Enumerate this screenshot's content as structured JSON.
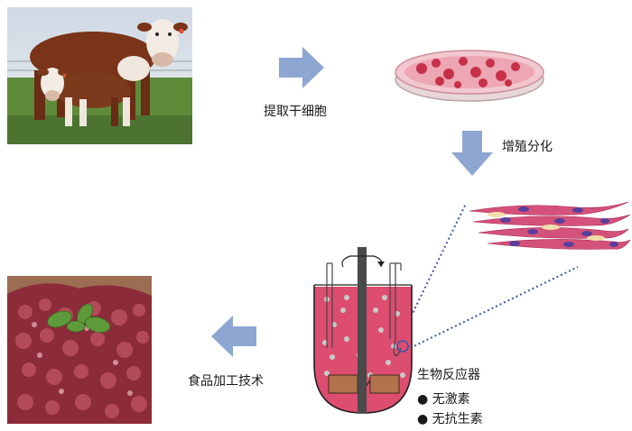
{
  "steps": {
    "extract": "提取干细胞",
    "proliferate": "增殖分化",
    "processing": "食品加工技术"
  },
  "bioreactor": {
    "title": "生物反应器",
    "features": [
      "无激素",
      "无抗生素"
    ]
  },
  "colors": {
    "arrow": "#8ea7d2",
    "medium": "#dd4d6f",
    "dotted_line": "#3a56a8"
  }
}
